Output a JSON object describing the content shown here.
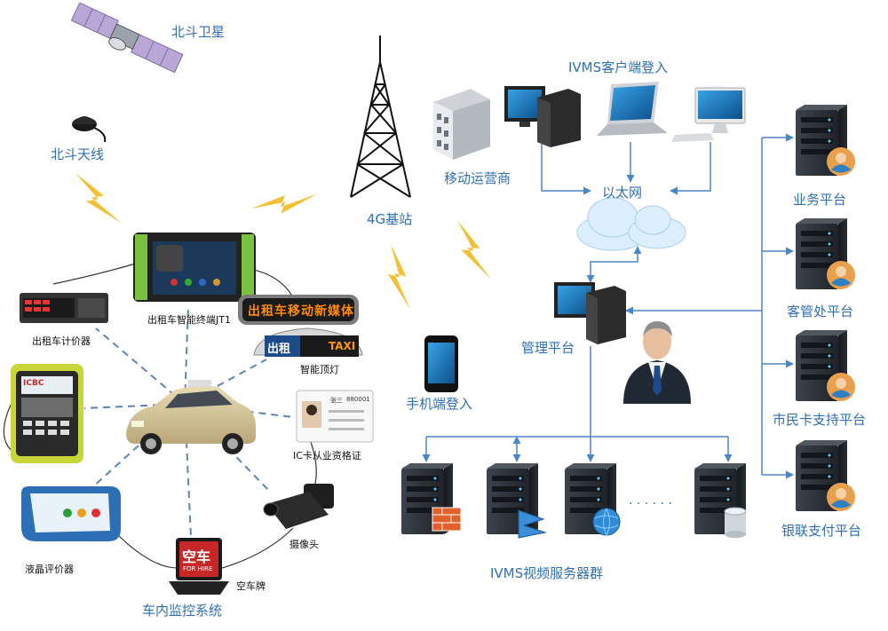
{
  "colors": {
    "label_blue": "#2f6fb3",
    "line_blue": "#4a86c5",
    "dashed_blue": "#5b84b8",
    "lightning": "#f3c033",
    "cloud": "#dcefff",
    "server_dark": "#2c3138"
  },
  "labels": {
    "beidou_satellite": "北斗卫星",
    "beidou_antenna": "北斗天线",
    "tower_4g": "4G基站",
    "ivms_client_login": "IVMS客户端登入",
    "mobile_operator": "移动运营商",
    "ethernet": "以太网",
    "management_platform": "管理平台",
    "mobile_login": "手机端登入",
    "video_server_group": "IVMS视频服务器群",
    "business_platform": "业务平台",
    "passenger_office_platform": "客管处平台",
    "citizen_card_platform": "市民卡支持平台",
    "unionpay_platform": "银联支付平台",
    "taxi_terminal": "出租车智能终端JT1",
    "taximeter": "出租车计价器",
    "smart_roof_light": "智能顶灯",
    "ic_card": "IC卡从业资格证",
    "camera": "摄像头",
    "vacant_sign": "空车牌",
    "lcd_evaluator": "液晶评价器",
    "in_car_monitoring": "车内监控系统",
    "server_ellipsis": "· · · · · ·"
  },
  "device_text": {
    "led_sign": "出租车移动新媒体",
    "roof_sign_left": "出租",
    "roof_sign_right": "TAXI",
    "vacant_sign_cn": "空车",
    "vacant_sign_en": "FOR HIRE",
    "id_name": "张三",
    "id_number": "880001",
    "card_brand": "ICBC"
  },
  "icons": [
    "satellite-icon",
    "gps-antenna-icon",
    "cell-tower-icon",
    "office-building-icon",
    "desktop-computer-icon",
    "laptop-icon",
    "imac-icon",
    "cloud-icon",
    "management-computer-icon",
    "administrator-person-icon",
    "smartphone-icon",
    "firewall-server-icon",
    "media-server-icon",
    "web-server-icon",
    "database-server-icon",
    "user-server-icon",
    "taxi-car-icon",
    "terminal-device-icon",
    "taximeter-device-icon",
    "card-reader-icon",
    "led-sign-icon",
    "roof-light-icon",
    "id-card-icon",
    "camera-icon",
    "vacant-sign-icon",
    "evaluator-icon",
    "lightning-icon"
  ]
}
